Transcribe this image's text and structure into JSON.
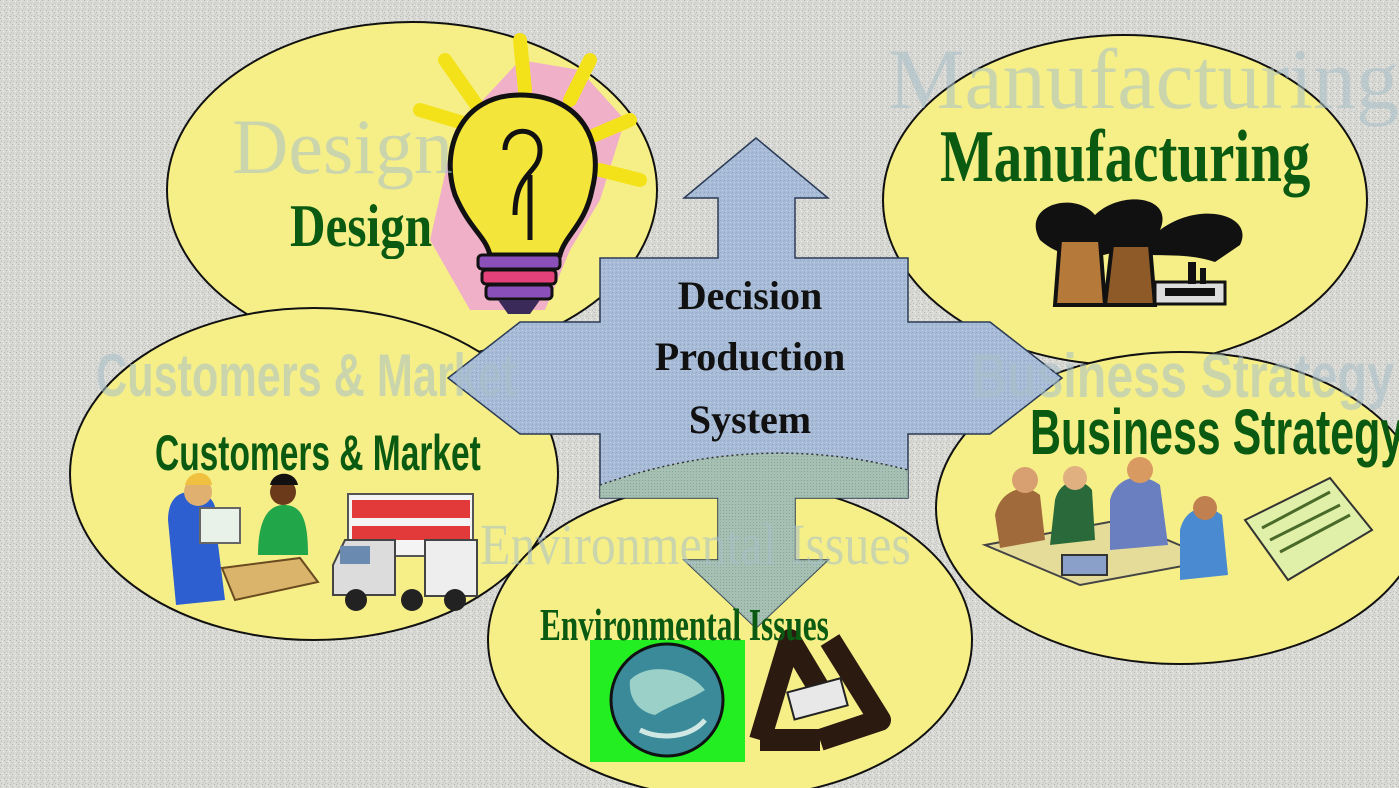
{
  "center": {
    "lines": [
      "Decision",
      "Production",
      "System"
    ],
    "text_color": "#111111",
    "arrow_color": "#a8bcd8"
  },
  "topics": {
    "design": "Design",
    "manufacturing": "Manufacturing",
    "customers": "Customers & Market",
    "business": "Business Strategy",
    "environment": "Environmental Issues"
  },
  "colors": {
    "ellipse_fill": "#f6ef88",
    "label_green": "#0b5a12",
    "ghost_text": "#a8c0c8",
    "background": "#d8d8d4"
  },
  "icons": {
    "design": "light-bulb-icon",
    "manufacturing": "factory-icon",
    "customers": "people-truck-icon",
    "business": "meeting-icon",
    "environment": "globe-recycle-icon"
  }
}
